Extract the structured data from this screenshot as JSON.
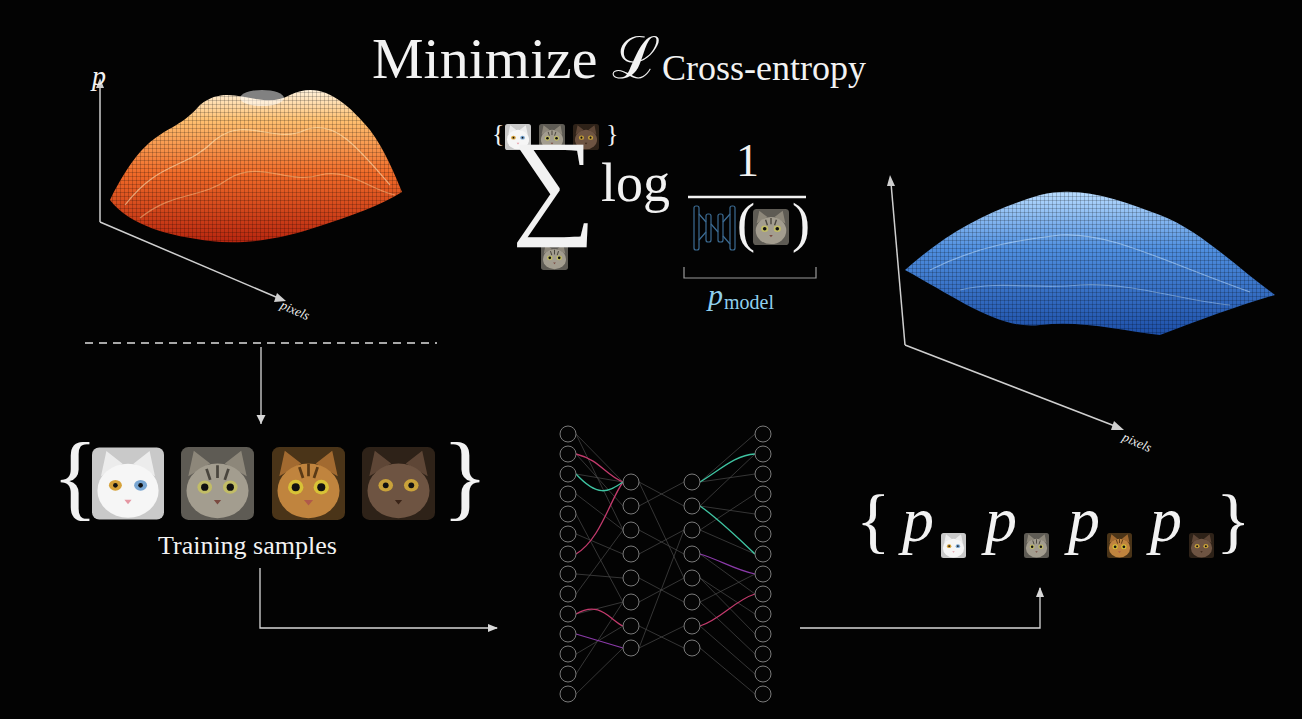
{
  "diagram": {
    "title": "Minimize ℒ",
    "nodes": [
      {
        "text": [
          "p",
          "pixels"
        ]
      },
      {
        "text": [
          "pixels"
        ]
      },
      {
        "text": [
          "{",
          "}",
          "Training samples"
        ]
      },
      {
        "text": [
          "{",
          "p",
          "p",
          "p",
          "p",
          "}"
        ]
      }
    ],
    "edges": [
      {
        "from": 0,
        "to": 2,
        "arrow": "to"
      }
    ],
    "labels": [
      "Cross-entropy",
      "{",
      "}",
      "∑",
      "log",
      "1",
      "(",
      ")",
      "p",
      "model"
    ]
  }
}
